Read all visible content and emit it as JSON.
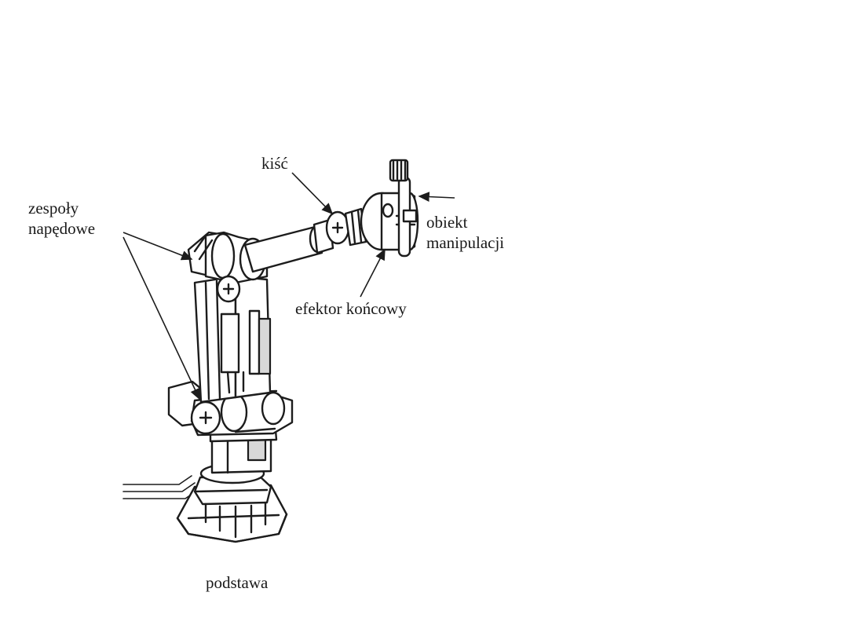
{
  "labels": {
    "wrist": "kiść",
    "drive_units_line1": "zespoły",
    "drive_units_line2": "napędowe",
    "object_line1": "obiekt",
    "object_line2": "manipulacji",
    "end_effector": "efektor końcowy",
    "base": "podstawa"
  },
  "colors": {
    "ink": "#1c1c1c",
    "background": "#ffffff"
  }
}
